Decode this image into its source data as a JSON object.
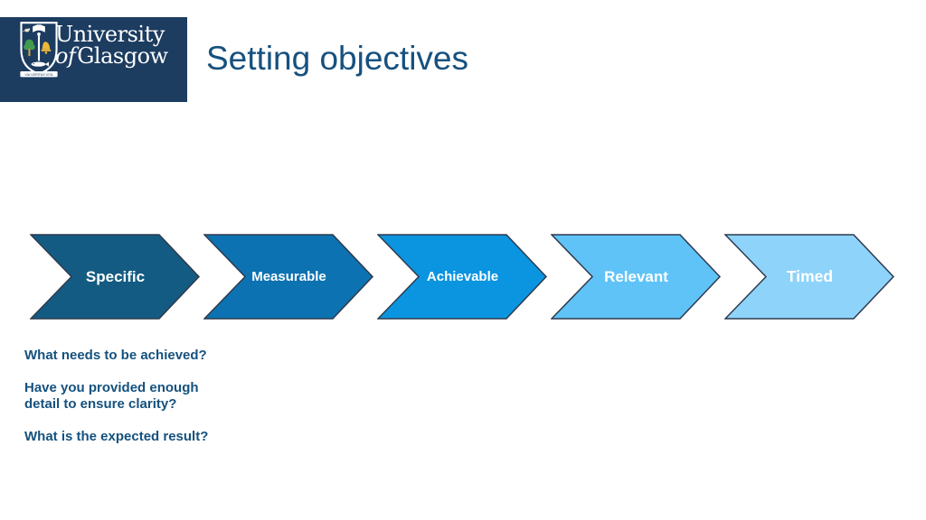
{
  "slide": {
    "title": "Setting objectives",
    "title_color": "#16517f",
    "background": "#ffffff"
  },
  "logo": {
    "box_color": "#1c3c60",
    "org_line1": "University",
    "org_line2_of": "of",
    "org_line2_name": "Glasgow",
    "motto": "VIA VERITAS VITA"
  },
  "chevrons": {
    "outline_color": "#2e3a4e",
    "label_color": "#ffffff",
    "items": [
      {
        "label": "Specific",
        "fill": "#135b82"
      },
      {
        "label": "Measurable",
        "fill": "#0d72b1"
      },
      {
        "label": "Achievable",
        "fill": "#0b95e0"
      },
      {
        "label": "Relevant",
        "fill": "#5fc3f7"
      },
      {
        "label": "Timed",
        "fill": "#8ed3fa"
      }
    ]
  },
  "questions": {
    "color": "#15517e",
    "items": [
      "What needs to be achieved?",
      "Have you provided enough\ndetail to ensure clarity?",
      "What is the expected result?"
    ]
  }
}
